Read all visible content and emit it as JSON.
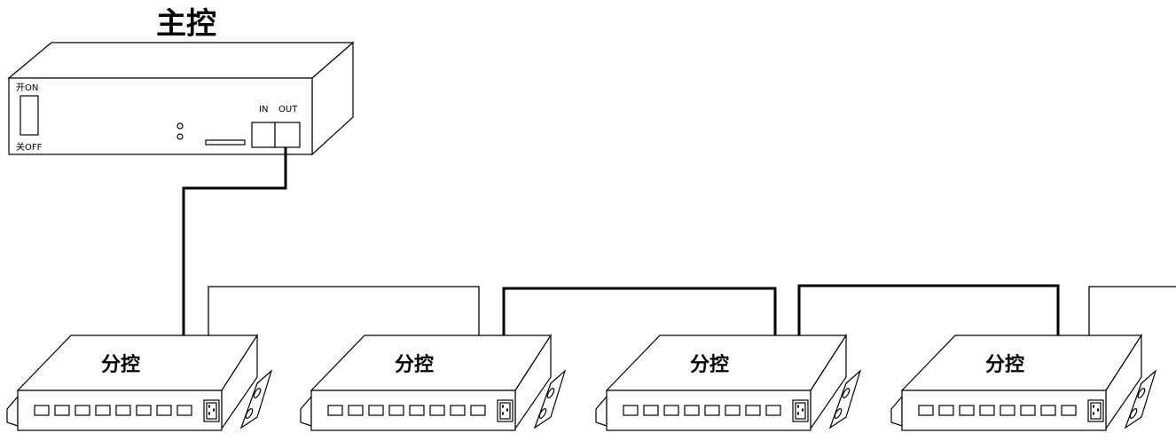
{
  "main_controller": {
    "title": "主控",
    "switch_on_label": "开ON",
    "switch_off_label": "关OFF",
    "port_in_label": "IN",
    "port_out_label": "OUT"
  },
  "sub_controllers": [
    {
      "label": "分控",
      "port_count": 8
    },
    {
      "label": "分控",
      "port_count": 8
    },
    {
      "label": "分控",
      "port_count": 8
    },
    {
      "label": "分控",
      "port_count": 8
    }
  ]
}
